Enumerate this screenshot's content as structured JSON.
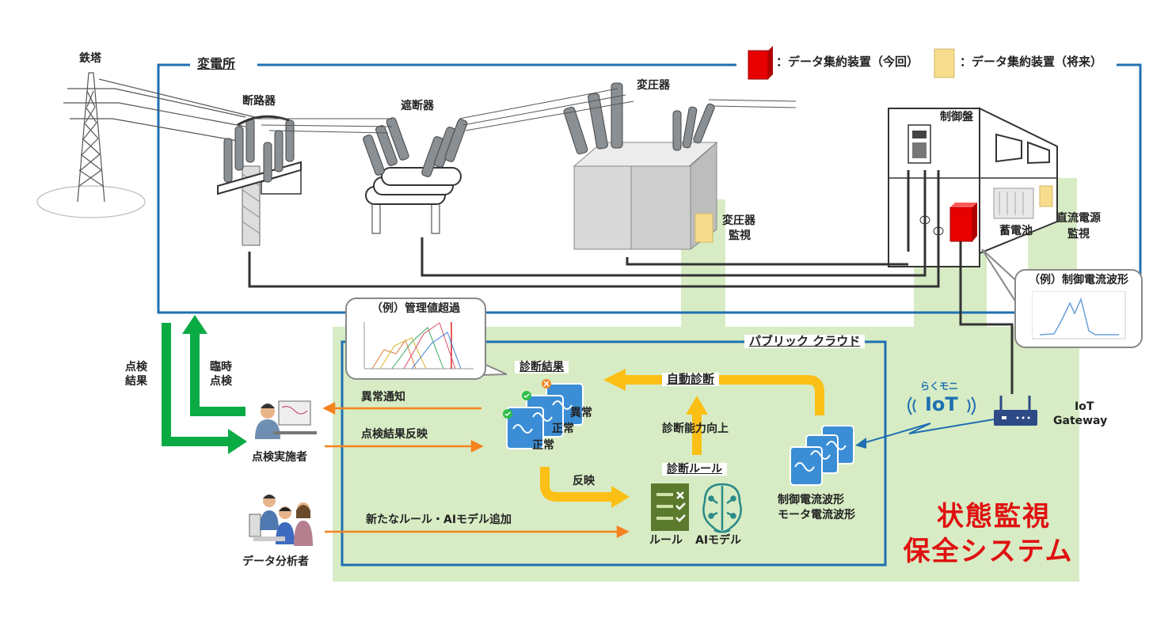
{
  "title": {
    "substation": "変電所",
    "cloud": "パブリック クラウド",
    "system_line1": "状態監視",
    "system_line2": "保全システム"
  },
  "legend": {
    "current": "：データ集約装置（今回）",
    "future": "：データ集約装置（将来）",
    "current_color": "#e60000",
    "future_color": "#f6dc8c"
  },
  "equipment": {
    "tower": "鉄塔",
    "breaker": "断路器",
    "interrupter": "遮断器",
    "transformer": "変圧器",
    "control_panel": "制御盤",
    "transformer_monitor_l1": "変圧器",
    "transformer_monitor_l2": "監視",
    "battery": "蓄電池",
    "dc_monitor_l1": "直流電源",
    "dc_monitor_l2": "監視"
  },
  "callouts": {
    "threshold": "（例）管理値超過",
    "waveform": "（例）制御電流波形"
  },
  "iot": {
    "brand": "らくモニ",
    "logo": "IoT",
    "gateway_l1": "IoT",
    "gateway_l2": "Gateway"
  },
  "flows": {
    "inspection_result_l1": "点検",
    "inspection_result_l2": "結果",
    "extra_inspection_l1": "臨時",
    "extra_inspection_l2": "点検",
    "anomaly_notice": "異常通知",
    "reflect_result": "点検結果反映",
    "new_rule": "新たなルール・AIモデル追加",
    "reflect": "反映",
    "auto_diag": "自動診断",
    "diag_improve": "診断能力向上"
  },
  "actors": {
    "inspector": "点検実施者",
    "analyst": "データ分析者"
  },
  "diagnosis": {
    "result_title": "診断結果",
    "normal1": "正常",
    "normal2": "正常",
    "abnormal": "異常",
    "rule_title": "診断ルール",
    "rule": "ルール",
    "ai": "AIモデル"
  },
  "waveforms": {
    "l1": "制御電流波形",
    "l2": "モータ電流波形"
  },
  "colors": {
    "green_zone": "#d7ecc4",
    "blue_line": "#1f6fb2",
    "orange": "#f5821f",
    "gold": "#fcbf15",
    "green_arrow": "#0aab45",
    "doc_blue": "#3b8ed6"
  }
}
